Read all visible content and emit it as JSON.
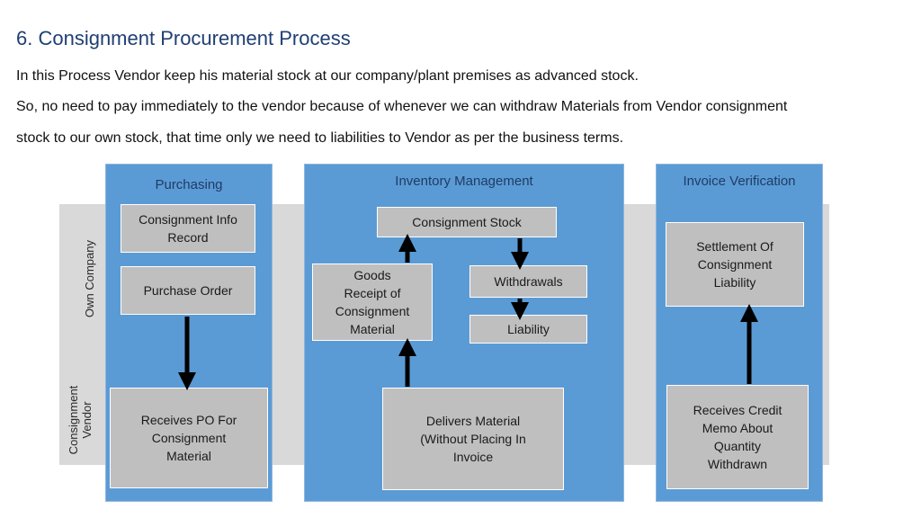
{
  "page": {
    "title": "6. Consignment Procurement Process",
    "lines": [
      "In this Process Vendor keep his material stock at our company/plant premises as advanced stock.",
      "So, no need to pay immediately to the vendor because of whenever we can withdraw Materials from Vendor consignment",
      "stock to our own stock, that time only we need to liabilities to Vendor as per the business terms."
    ]
  },
  "diagram": {
    "lanes": {
      "own_company": "Own Company",
      "consignment_vendor": "Consignment\nVendor"
    },
    "columns": {
      "purchasing": {
        "title": "Purchasing",
        "info_record": "Consignment Info\nRecord",
        "purchase_order": "Purchase Order",
        "receives_po": "Receives PO For\nConsignment\nMaterial"
      },
      "inventory": {
        "title": "Inventory Management",
        "consignment_stock": "Consignment Stock",
        "goods_receipt": "Goods\nReceipt of\nConsignment\nMaterial",
        "withdrawals": "Withdrawals",
        "liability": "Liability",
        "delivers": "Delivers Material\n(Without Placing In\nInvoice"
      },
      "invoice": {
        "title": "Invoice Verification",
        "settlement": "Settlement Of\nConsignment\nLiability",
        "credit_memo": "Receives Credit\nMemo About\nQuantity\nWithdrawn"
      }
    },
    "colors": {
      "column_fill": "#5b9bd5",
      "box_fill": "#bfbfbf",
      "lane_band": "#d9d9d9",
      "arrow": "#000000",
      "title": "#1f3f73"
    }
  }
}
